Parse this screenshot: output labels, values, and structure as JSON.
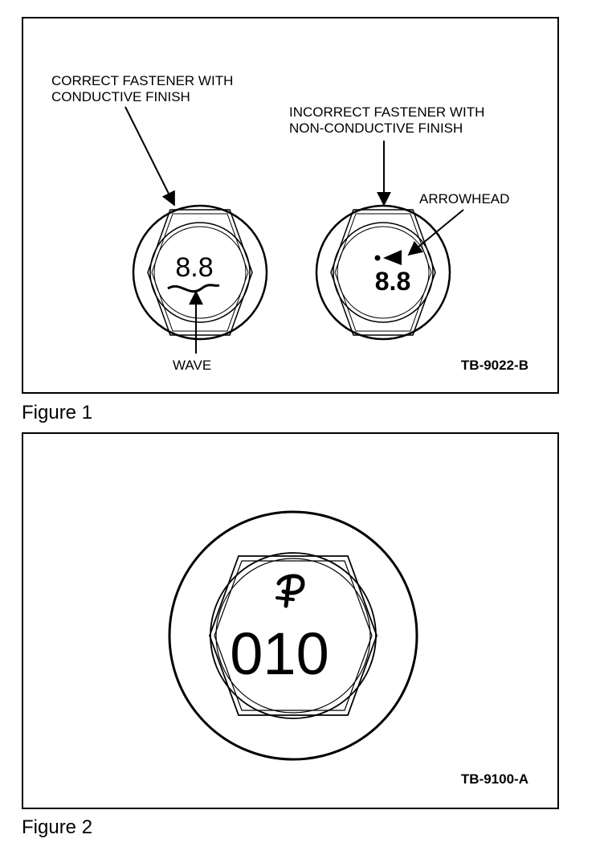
{
  "figure1": {
    "caption": "Figure 1",
    "correct_label_line1": "CORRECT FASTENER WITH",
    "correct_label_line2": "CONDUCTIVE FINISH",
    "incorrect_label_line1": "INCORRECT FASTENER WITH",
    "incorrect_label_line2": "NON-CONDUCTIVE FINISH",
    "arrowhead_label": "ARROWHEAD",
    "wave_label": "WAVE",
    "correct_marking": "8.8",
    "incorrect_marking": "8.8",
    "code": "TB-9022-B"
  },
  "figure2": {
    "caption": "Figure 2",
    "head_marking": "010",
    "code": "TB-9100-A"
  }
}
